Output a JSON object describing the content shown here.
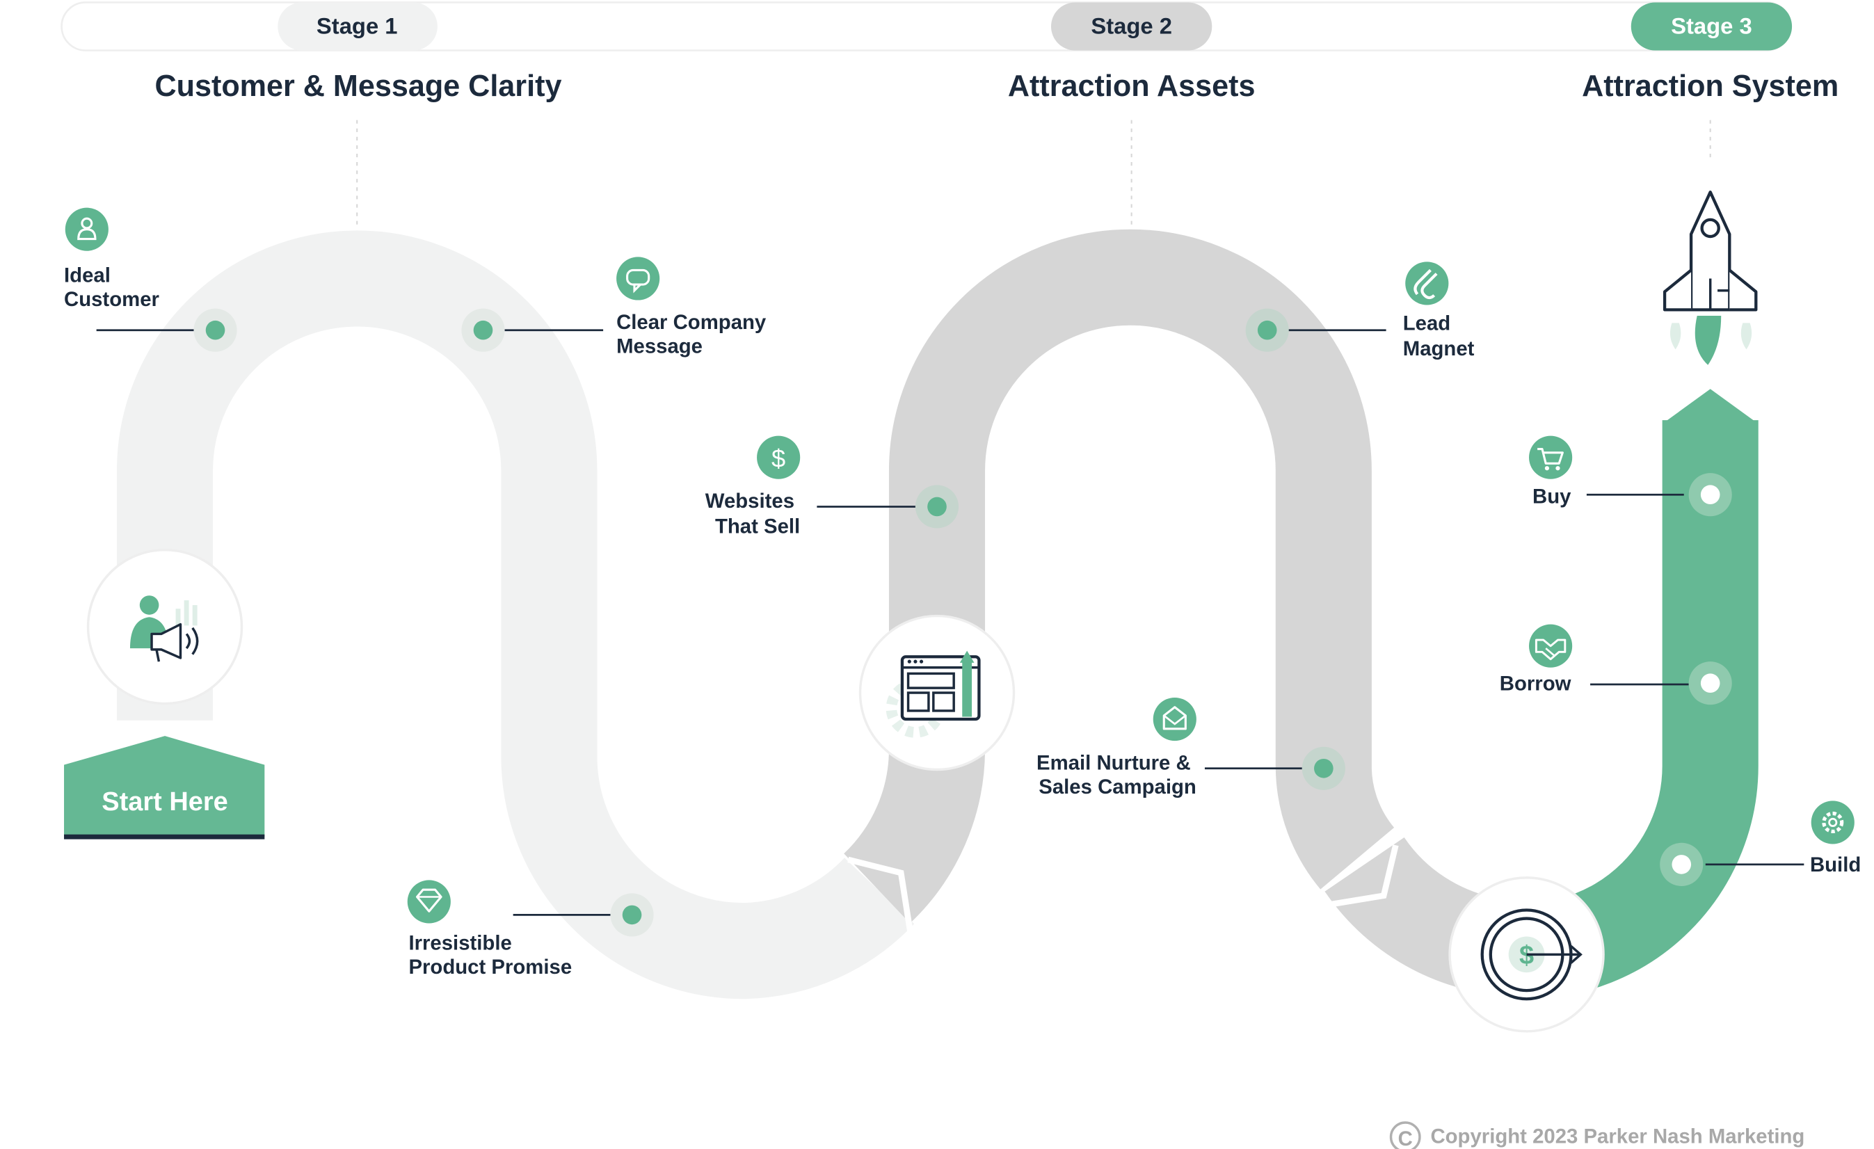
{
  "stages": [
    {
      "label": "Stage 1",
      "title": "Customer & Message Clarity"
    },
    {
      "label": "Stage 2",
      "title": "Attraction Assets"
    },
    {
      "label": "Stage 3",
      "title": "Attraction System"
    }
  ],
  "start_button": "Start Here",
  "milestones": {
    "ideal_customer": [
      "Ideal",
      "Customer"
    ],
    "clear_company_message": [
      "Clear Company",
      "Message"
    ],
    "irresistible_product_promise": [
      "Irresistible",
      "Product Promise"
    ],
    "websites_that_sell": [
      "Websites",
      "That Sell"
    ],
    "lead_magnet": [
      "Lead",
      "Magnet"
    ],
    "email_nurture": [
      "Email Nurture &",
      "Sales Campaign"
    ],
    "buy": "Buy",
    "borrow": "Borrow",
    "build": "Build"
  },
  "copyright": "Copyright 2023 Parker Nash Marketing",
  "colors": {
    "stage1_track": "#f1f2f2",
    "stage2_track": "#d6d6d6",
    "stage3_track": "#65b894",
    "accent": "#5fb590",
    "text": "#1c2a3c"
  }
}
